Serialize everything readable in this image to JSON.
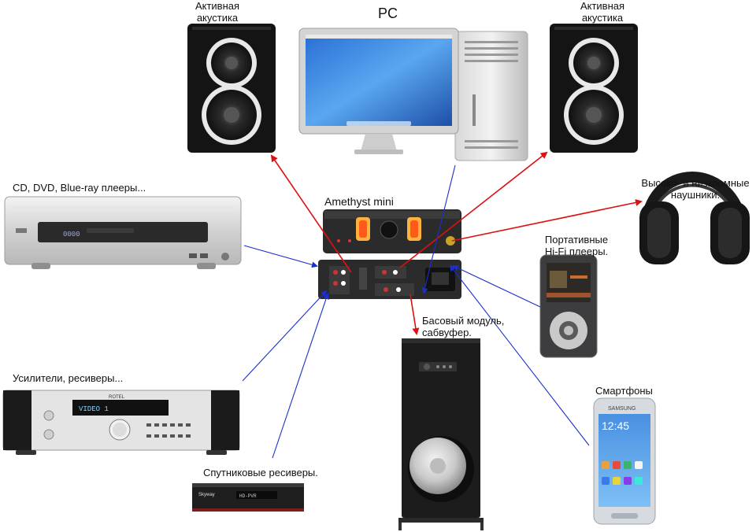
{
  "labels": {
    "left_speaker": "Активная\nакустика",
    "pc": "PC",
    "right_speaker": "Активная\nакустика",
    "disc_players": "CD, DVD, Blue-ray плееры...",
    "amethyst": "Amethyst mini",
    "headphones": "Высоко- и низкоомные\nнаушники.",
    "portable": "Портативные\nHi-Fi плееры.",
    "subwoofer": "Басовый модуль,\nсабвуфер.",
    "amplifiers": "Усилители, ресиверы...",
    "smartphones": "Смартфоны",
    "satellite": "Спутниковые ресиверы."
  },
  "device_text": {
    "player_display": "0000",
    "amp_display": "VIDEO 1",
    "amp_brand": "ROTEL",
    "sat_brand": "Skyway",
    "sat_model": "HD-PVR",
    "phone_brand": "SAMSUNG",
    "phone_time": "12:45"
  },
  "colors": {
    "output_arrow": "#dd1111",
    "input_arrow": "#1a2fcc"
  }
}
